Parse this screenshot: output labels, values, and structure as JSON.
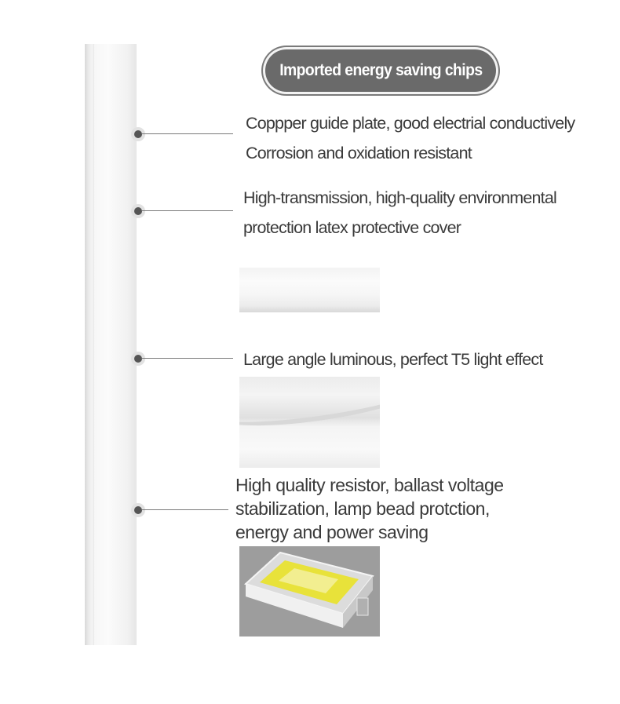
{
  "badge": {
    "label": "Imported energy saving chips"
  },
  "features": [
    {
      "lines": [
        "Coppper guide plate, good electrial conductively",
        "Corrosion and oxidation resistant"
      ]
    },
    {
      "lines": [
        "High-transmission, high-quality environmental",
        "protection latex protective cover"
      ]
    },
    {
      "lines": [
        "Large angle luminous, perfect T5 light effect"
      ]
    },
    {
      "lines": [
        "High quality resistor, ballast voltage",
        "stabilization, lamp bead protction,",
        "energy and power saving"
      ]
    }
  ]
}
